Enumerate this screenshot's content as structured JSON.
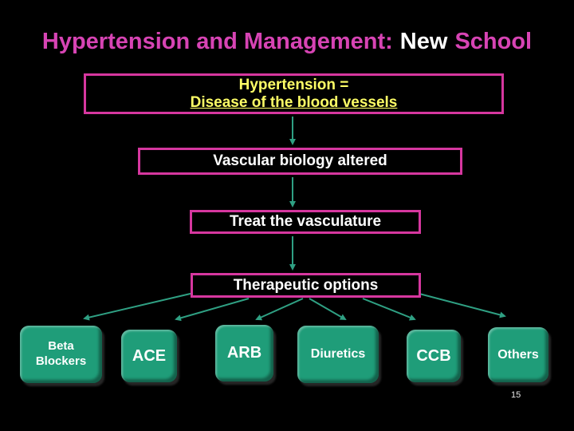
{
  "title": {
    "prefix": "Hypertension and Management:",
    "highlight": "New",
    "suffix": "School"
  },
  "flow_boxes": {
    "hypertension": {
      "line1": "Hypertension =",
      "line2": "Disease of the blood vessels"
    },
    "vascular": "Vascular biology altered",
    "treat": "Treat the vasculature",
    "options": "Therapeutic options"
  },
  "therapy_options": [
    {
      "label": "Beta Blockers"
    },
    {
      "label": "ACE"
    },
    {
      "label": "ARB"
    },
    {
      "label": "Diuretics"
    },
    {
      "label": "CCB"
    },
    {
      "label": "Others"
    }
  ],
  "page_number": "15",
  "colors": {
    "background": "#000000",
    "title_pink": "#d744b4",
    "title_highlight_white": "#ffffff",
    "box_border_magenta": "#d6379f",
    "box_text_yellow": "#ffff66",
    "box_text_white": "#ffffff",
    "connector_teal": "#2fa083",
    "button_green": "#1f9d79",
    "button_text_white": "#ffffff"
  }
}
